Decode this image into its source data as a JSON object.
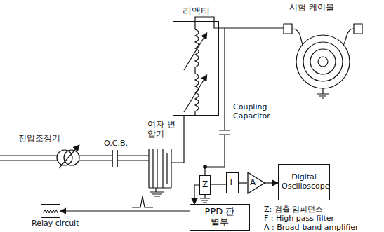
{
  "diagram": {
    "nodes": [
      {
        "text": [
          "리액터"
        ]
      },
      {
        "text": [
          "Z"
        ]
      },
      {
        "text": [
          "F"
        ]
      },
      {
        "text": [
          "A"
        ]
      },
      {
        "text": [
          "Digital Oscilloscope"
        ]
      },
      {
        "text": [
          "PPD 판별부"
        ]
      },
      {
        "text": [
          "Relay circuit"
        ]
      }
    ],
    "edges": [
      {
        "from": 1,
        "to": 2,
        "arrow": "none"
      },
      {
        "from": 2,
        "to": 3,
        "arrow": "none"
      },
      {
        "from": 3,
        "to": 4,
        "arrow": "to"
      },
      {
        "from": 1,
        "to": 5,
        "arrow": "to"
      },
      {
        "from": 5,
        "to": 6,
        "arrow": "to"
      }
    ],
    "labels": [
      "시험 케이블",
      "전압조정기",
      "O.C.B.",
      "여자 변압기",
      "Coupling Capacitor",
      "Z: 검출 임피던스",
      "F : High pass filter",
      "A : Broad-band amplifier"
    ]
  }
}
